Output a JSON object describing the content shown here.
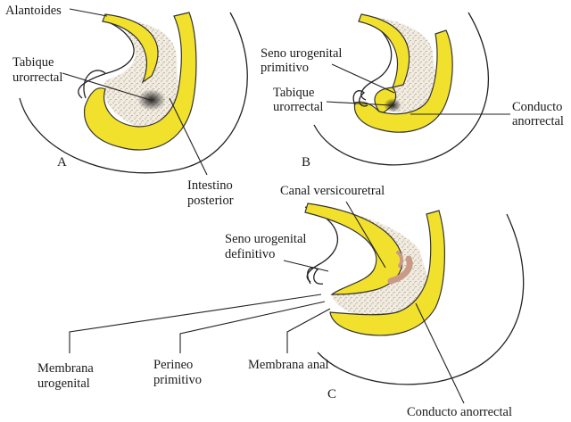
{
  "colors": {
    "tissue_yellow": "#f2e12c",
    "stipple_bg": "#f1ebe0",
    "stipple_dot": "#6b5a44",
    "canal_fill": "#c99a86",
    "line": "#222222"
  },
  "panels": {
    "a": {
      "letter": "A"
    },
    "b": {
      "letter": "B"
    },
    "c": {
      "letter": "C"
    }
  },
  "labels": {
    "alantoides": "Alantoides",
    "tabique_a_1": "Tabique",
    "tabique_a_2": "urorrectal",
    "intestino_1": "Intestino",
    "intestino_2": "posterior",
    "seno_prim_1": "Seno urogenital",
    "seno_prim_2": "primitivo",
    "tabique_b_1": "Tabique",
    "tabique_b_2": "urorrectal",
    "conducto_b_1": "Conducto",
    "conducto_b_2": "anorrectal",
    "canal": "Canal versicouretral",
    "seno_def_1": "Seno urogenital",
    "seno_def_2": "definitivo",
    "membrana_uro_1": "Membrana",
    "membrana_uro_2": "urogenital",
    "perineo_1": "Perineo",
    "perineo_2": "primitivo",
    "membrana_anal": "Membrana anal",
    "conducto_c": "Conducto anorrectal"
  }
}
